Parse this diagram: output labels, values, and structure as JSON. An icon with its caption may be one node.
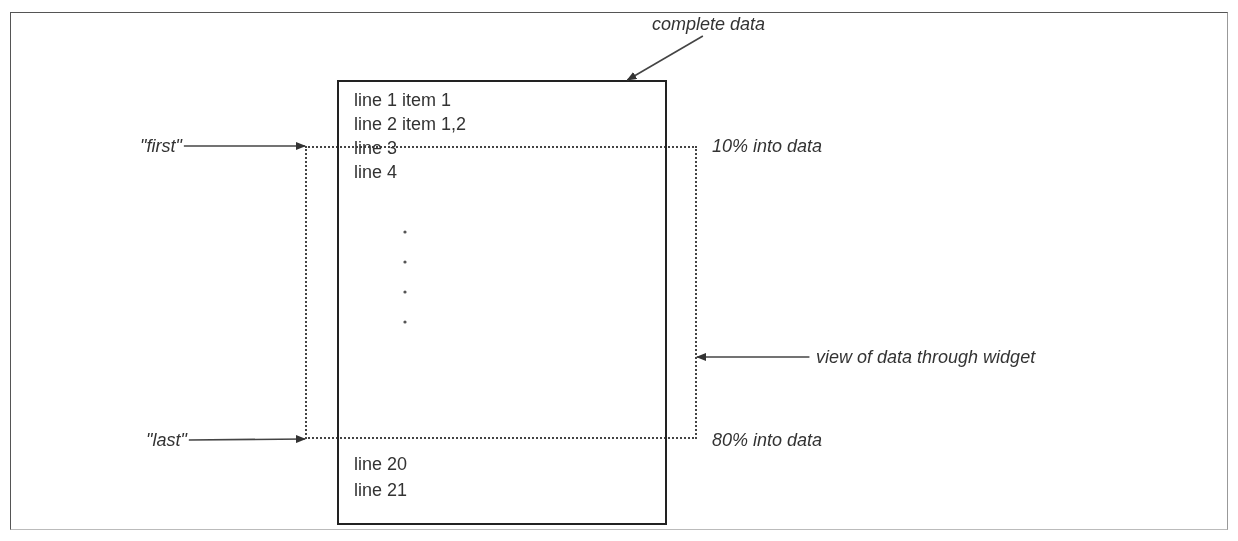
{
  "diagram": {
    "nodes": [
      {
        "text": [
          "line 1 item 1",
          "line 2 item 1,2",
          "line 20",
          "line 21"
        ]
      },
      {
        "text": [
          "line 3",
          "line 4"
        ]
      },
      {
        "text": [
          "complete data"
        ]
      },
      {
        "text": [
          "\"first\""
        ]
      },
      {
        "text": [
          "\"last\""
        ]
      },
      {
        "text": [
          "view of data through widget"
        ]
      }
    ],
    "edges": [
      {
        "from": 2,
        "to": 0,
        "arrow": "to"
      },
      {
        "from": 3,
        "to": 1,
        "arrow": "to"
      },
      {
        "from": 4,
        "to": 1,
        "arrow": "to"
      },
      {
        "from": 5,
        "to": 1,
        "arrow": "to"
      }
    ],
    "labels": [
      "10% into data",
      "80% into data"
    ]
  }
}
